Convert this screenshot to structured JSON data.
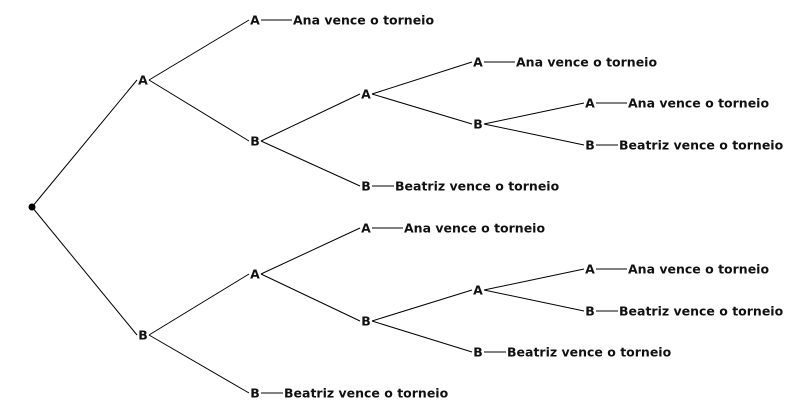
{
  "diagram": {
    "type": "probability-tree",
    "colors": {
      "line": "#000000",
      "text": "#111111",
      "background": "#ffffff"
    },
    "root": {
      "id": "root",
      "children": [
        {
          "id": "n1",
          "label": "A",
          "children": [
            {
              "id": "n11",
              "label": "A",
              "outcome": "Ana vence o torneio"
            },
            {
              "id": "n12",
              "label": "B",
              "children": [
                {
                  "id": "n121",
                  "label": "A",
                  "children": [
                    {
                      "id": "n1211",
                      "label": "A",
                      "outcome": "Ana vence o torneio"
                    },
                    {
                      "id": "n1212",
                      "label": "B",
                      "children": [
                        {
                          "id": "n12121",
                          "label": "A",
                          "outcome": "Ana vence o torneio"
                        },
                        {
                          "id": "n12122",
                          "label": "B",
                          "outcome": "Beatriz vence o torneio"
                        }
                      ]
                    }
                  ]
                },
                {
                  "id": "n122",
                  "label": "B",
                  "outcome": "Beatriz vence o torneio"
                }
              ]
            }
          ]
        },
        {
          "id": "n2",
          "label": "B",
          "children": [
            {
              "id": "n21",
              "label": "A",
              "children": [
                {
                  "id": "n211",
                  "label": "A",
                  "outcome": "Ana vence o torneio"
                },
                {
                  "id": "n212",
                  "label": "B",
                  "children": [
                    {
                      "id": "n2121",
                      "label": "A",
                      "children": [
                        {
                          "id": "n21211",
                          "label": "A",
                          "outcome": "Ana vence o torneio"
                        },
                        {
                          "id": "n21212",
                          "label": "B",
                          "outcome": "Beatriz vence o torneio"
                        }
                      ]
                    },
                    {
                      "id": "n2122",
                      "label": "B",
                      "outcome": "Beatriz vence o torneio"
                    }
                  ]
                }
              ]
            },
            {
              "id": "n22",
              "label": "B",
              "outcome": "Beatriz vence o torneio"
            }
          ]
        }
      ]
    }
  }
}
